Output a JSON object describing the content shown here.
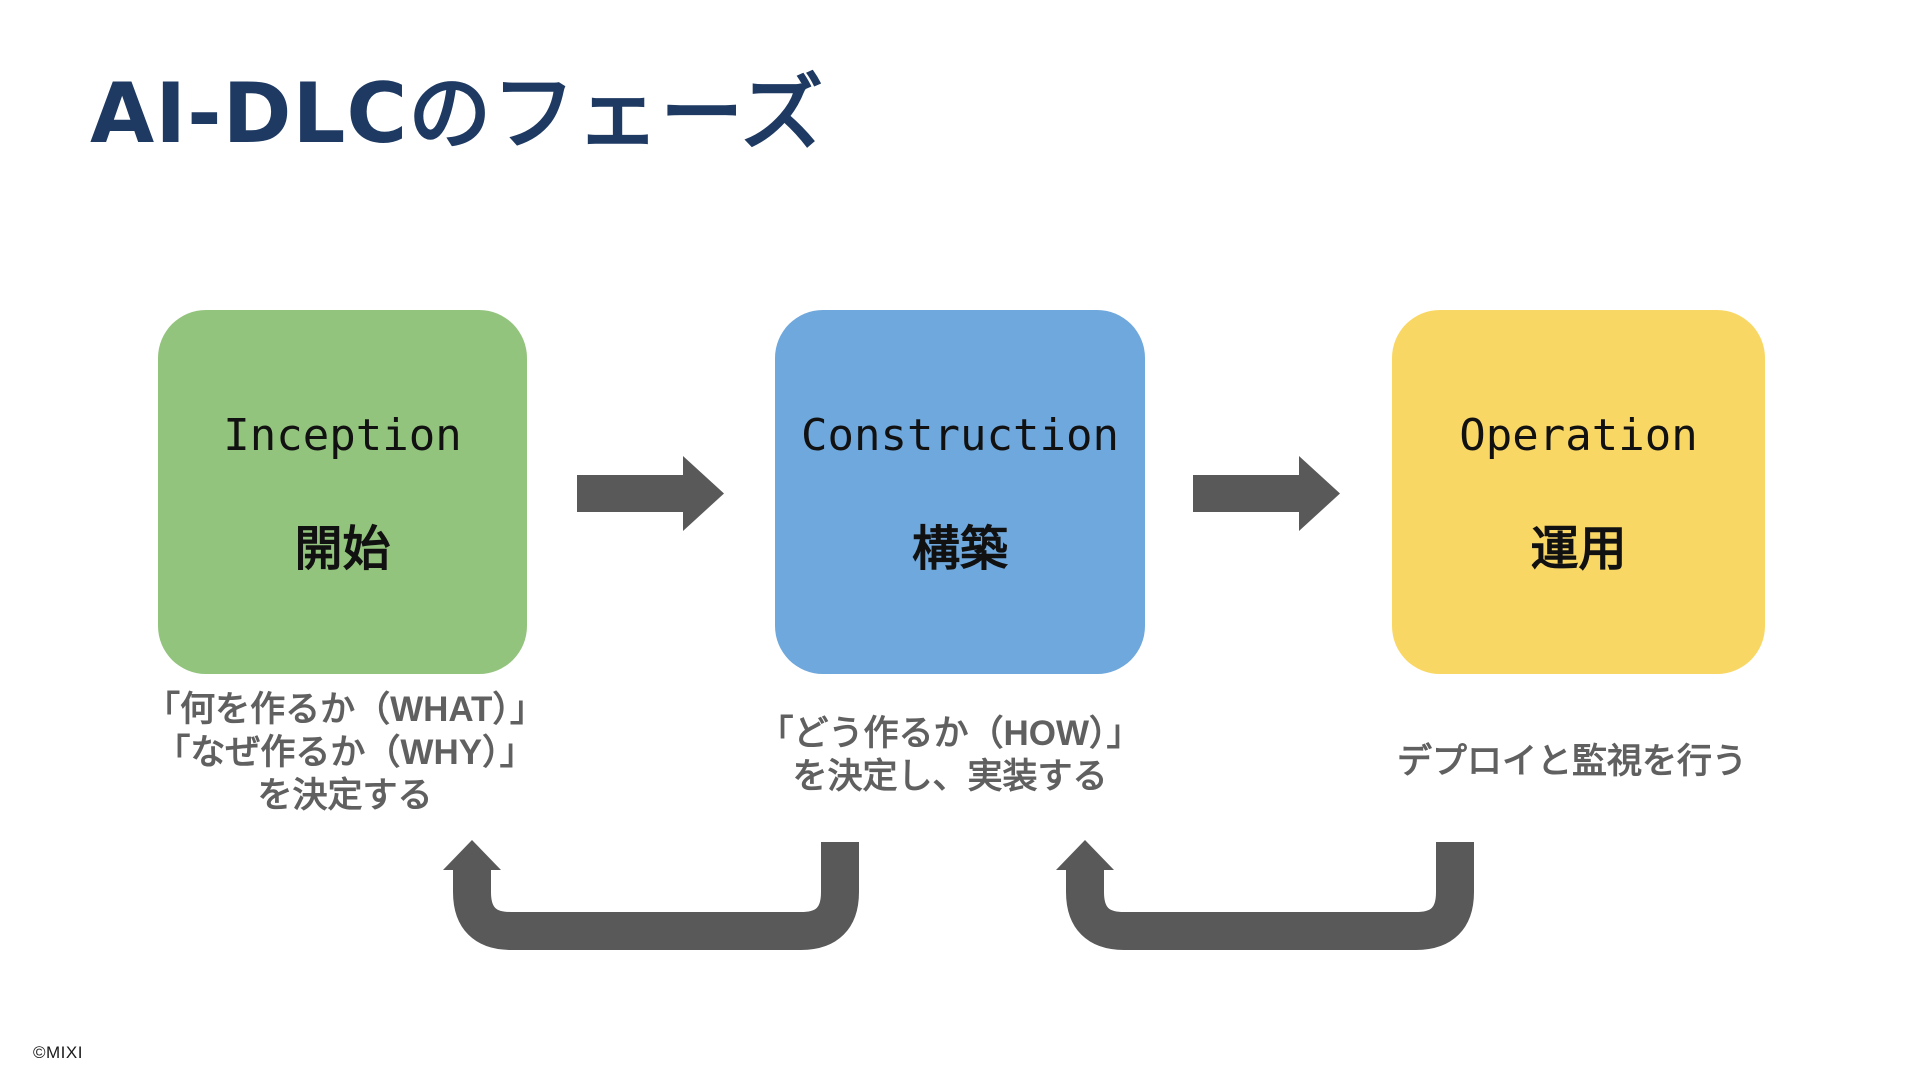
{
  "slide": {
    "title": "AI-DLCのフェーズ",
    "footer": "©MIXI",
    "background": "#ffffff"
  },
  "colors": {
    "title": "#1e3a63",
    "arrow": "#595959",
    "description_text": "#606060",
    "phase_label_text": "#111111"
  },
  "phases": [
    {
      "name": "Inception",
      "name_ja": "開始",
      "color": "#93c47d",
      "description_lines": {
        "line1": "「何を作るか（WHAT）」",
        "line2": "「なぜ作るか（WHY）」",
        "line3": "を決定する"
      }
    },
    {
      "name": "Construction",
      "name_ja": "構築",
      "color": "#6fa8dc",
      "description_lines": {
        "line1": "「どう作るか（HOW）」",
        "line2": "を決定し、実装する"
      }
    },
    {
      "name": "Operation",
      "name_ja": "運用",
      "color": "#f9d765",
      "description_lines": {
        "line1": "デプロイと監視を行う"
      }
    }
  ],
  "flow": {
    "forward_arrow_count": 2,
    "feedback_arrow_count": 2
  }
}
